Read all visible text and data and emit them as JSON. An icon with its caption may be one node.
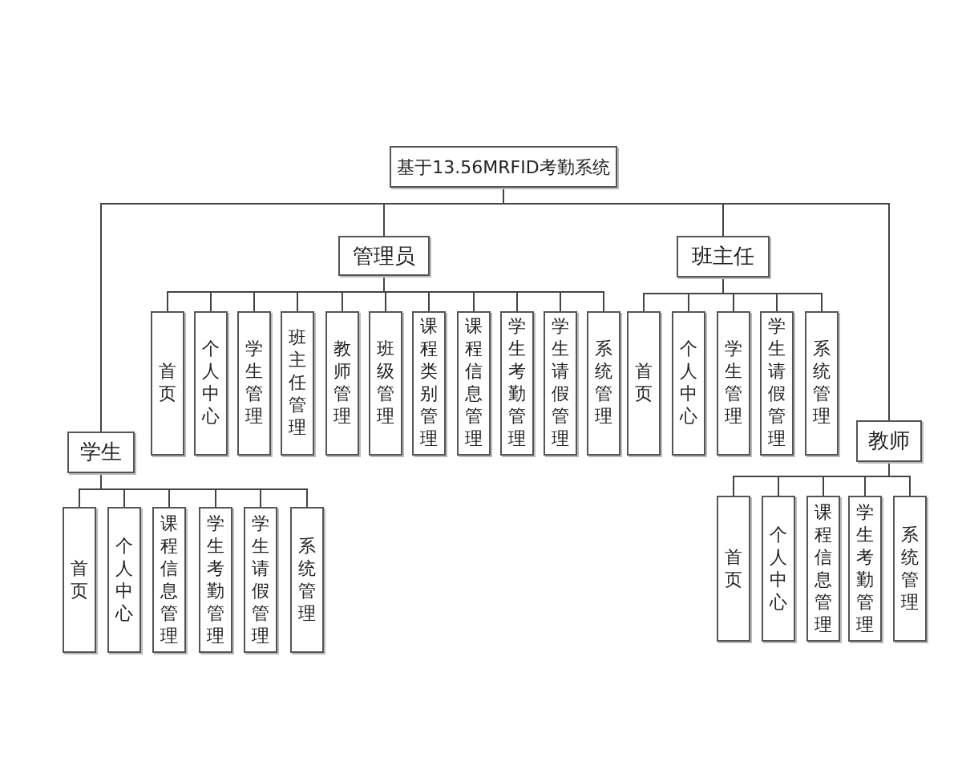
{
  "diagram": {
    "nodes": [
      {
        "text": [
          "基于13.56MRFID考勤系统"
        ]
      },
      {
        "text": [
          "管理员"
        ]
      },
      {
        "text": [
          "班主任"
        ]
      },
      {
        "text": [
          "首页"
        ]
      },
      {
        "text": [
          "个人中心"
        ]
      },
      {
        "text": [
          "学生管理"
        ]
      },
      {
        "text": [
          "班主任管理"
        ]
      },
      {
        "text": [
          "教师管理"
        ]
      },
      {
        "text": [
          "班级管理"
        ]
      },
      {
        "text": [
          "课程类别管理"
        ]
      },
      {
        "text": [
          "课程信息管理"
        ]
      },
      {
        "text": [
          "学生考勤管理"
        ]
      },
      {
        "text": [
          "学生请假管理"
        ]
      },
      {
        "text": [
          "系统管理"
        ]
      },
      {
        "text": [
          "首页"
        ]
      },
      {
        "text": [
          "个人中心"
        ]
      },
      {
        "text": [
          "学生管理"
        ]
      },
      {
        "text": [
          "学生请假管理"
        ]
      },
      {
        "text": [
          "系统管理"
        ]
      },
      {
        "text": [
          "学生"
        ]
      },
      {
        "text": [
          "首页"
        ]
      },
      {
        "text": [
          "个人中心"
        ]
      },
      {
        "text": [
          "课程信息管理"
        ]
      },
      {
        "text": [
          "学生考勤管理"
        ]
      },
      {
        "text": [
          "学生请假管理"
        ]
      },
      {
        "text": [
          "系统管理"
        ]
      },
      {
        "text": [
          "教师"
        ]
      },
      {
        "text": [
          "首页"
        ]
      },
      {
        "text": [
          "个人中心"
        ]
      },
      {
        "text": [
          "课程信息管理"
        ]
      },
      {
        "text": [
          "学生考勤管理"
        ]
      },
      {
        "text": [
          "系统管理"
        ]
      }
    ],
    "edges": [
      {
        "from": 0,
        "to": 1,
        "arrow": "none"
      },
      {
        "from": 0,
        "to": 2,
        "arrow": "none"
      },
      {
        "from": 0,
        "to": 19,
        "arrow": "none"
      },
      {
        "from": 0,
        "to": 26,
        "arrow": "none"
      },
      {
        "from": 1,
        "to": 3,
        "arrow": "none"
      },
      {
        "from": 1,
        "to": 4,
        "arrow": "none"
      },
      {
        "from": 1,
        "to": 5,
        "arrow": "none"
      },
      {
        "from": 1,
        "to": 6,
        "arrow": "none"
      },
      {
        "from": 1,
        "to": 7,
        "arrow": "none"
      },
      {
        "from": 1,
        "to": 8,
        "arrow": "none"
      },
      {
        "from": 1,
        "to": 9,
        "arrow": "none"
      },
      {
        "from": 1,
        "to": 10,
        "arrow": "none"
      },
      {
        "from": 1,
        "to": 11,
        "arrow": "none"
      },
      {
        "from": 1,
        "to": 12,
        "arrow": "none"
      },
      {
        "from": 1,
        "to": 13,
        "arrow": "none"
      },
      {
        "from": 2,
        "to": 14,
        "arrow": "none"
      },
      {
        "from": 2,
        "to": 15,
        "arrow": "none"
      },
      {
        "from": 2,
        "to": 16,
        "arrow": "none"
      },
      {
        "from": 2,
        "to": 17,
        "arrow": "none"
      },
      {
        "from": 2,
        "to": 18,
        "arrow": "none"
      },
      {
        "from": 19,
        "to": 20,
        "arrow": "none"
      },
      {
        "from": 19,
        "to": 21,
        "arrow": "none"
      },
      {
        "from": 19,
        "to": 22,
        "arrow": "none"
      },
      {
        "from": 19,
        "to": 23,
        "arrow": "none"
      },
      {
        "from": 19,
        "to": 24,
        "arrow": "none"
      },
      {
        "from": 19,
        "to": 25,
        "arrow": "none"
      },
      {
        "from": 26,
        "to": 27,
        "arrow": "none"
      },
      {
        "from": 26,
        "to": 28,
        "arrow": "none"
      },
      {
        "from": 26,
        "to": 29,
        "arrow": "none"
      },
      {
        "from": 26,
        "to": 30,
        "arrow": "none"
      },
      {
        "from": 26,
        "to": 31,
        "arrow": "none"
      }
    ]
  }
}
